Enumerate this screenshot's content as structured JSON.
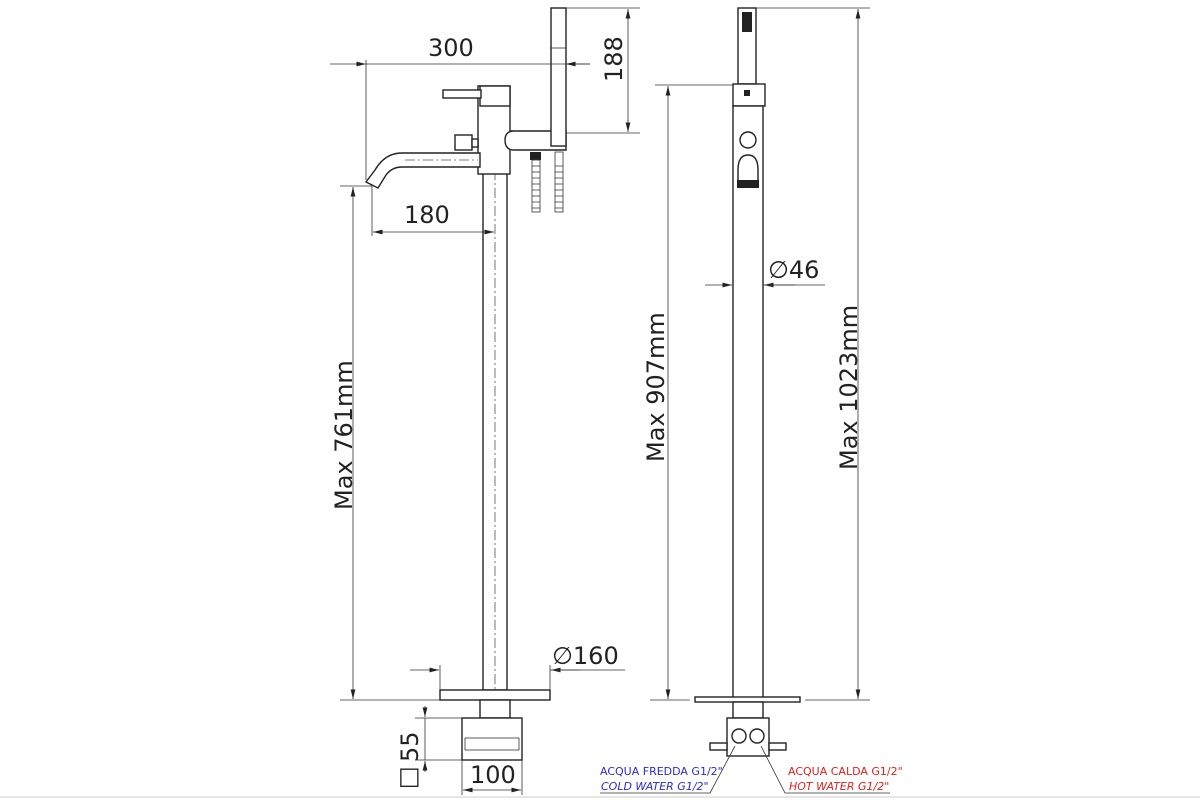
{
  "title": "Freestanding bath mixer technical drawing",
  "dimensions": {
    "overall_width": "300",
    "hand_shower_height": "188",
    "spout_projection": "180",
    "max_spout_height": "Max 761mm",
    "base_diameter": "160",
    "base_box_height": "55",
    "base_box_width": "100",
    "column_diameter": "46",
    "max_body_height": "Max 907mm",
    "max_total_height": "Max 1023mm"
  },
  "symbols": {
    "diameter": "∅",
    "square": "□"
  },
  "connections": {
    "cold_it": "ACQUA FREDDA G1/2\"",
    "cold_en": "COLD WATER G1/2\"",
    "hot_it": "ACQUA CALDA G1/2\"",
    "hot_en": "HOT WATER G1/2\""
  },
  "colors": {
    "cold": "#2a2ad8",
    "hot": "#e0201c",
    "line": "#222222"
  }
}
